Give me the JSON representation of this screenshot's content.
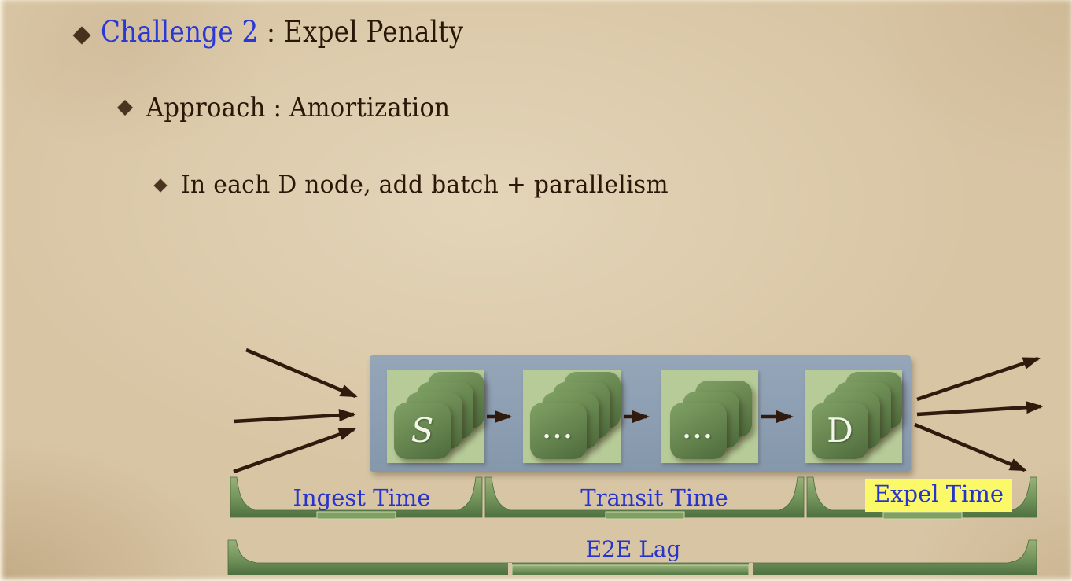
{
  "slide": {
    "bullets": [
      {
        "highlight": "Challenge 2",
        "rest": " : Expel Penalty"
      },
      {
        "text": "Approach : Amortization"
      },
      {
        "text": "In each D node, add batch + parallelism"
      }
    ]
  },
  "diagram": {
    "nodes": [
      {
        "label": "S",
        "stack_count": 4
      },
      {
        "label": "...",
        "stack_count": 4
      },
      {
        "label": "...",
        "stack_count": 3
      },
      {
        "label": "D",
        "stack_count": 4
      }
    ],
    "spans": [
      {
        "label": "Ingest Time",
        "highlighted": false
      },
      {
        "label": "Transit Time",
        "highlighted": false
      },
      {
        "label": "Expel Time",
        "highlighted": true
      }
    ],
    "total": {
      "label": "E2E Lag"
    },
    "incoming_arrows": 3,
    "outgoing_arrows": 3
  },
  "colors": {
    "background_parchment": "#d8c5a4",
    "accent_blue": "#2b38d8",
    "text_dark": "#2b1708",
    "pipeline_box_slate": "#8d9fb3",
    "node_bg_green": "#b7cb99",
    "chip_green": "#65844e",
    "brace_green": "#71935a",
    "arrow_brown": "#2f1a0d",
    "highlight_yellow": "#fbf968"
  }
}
